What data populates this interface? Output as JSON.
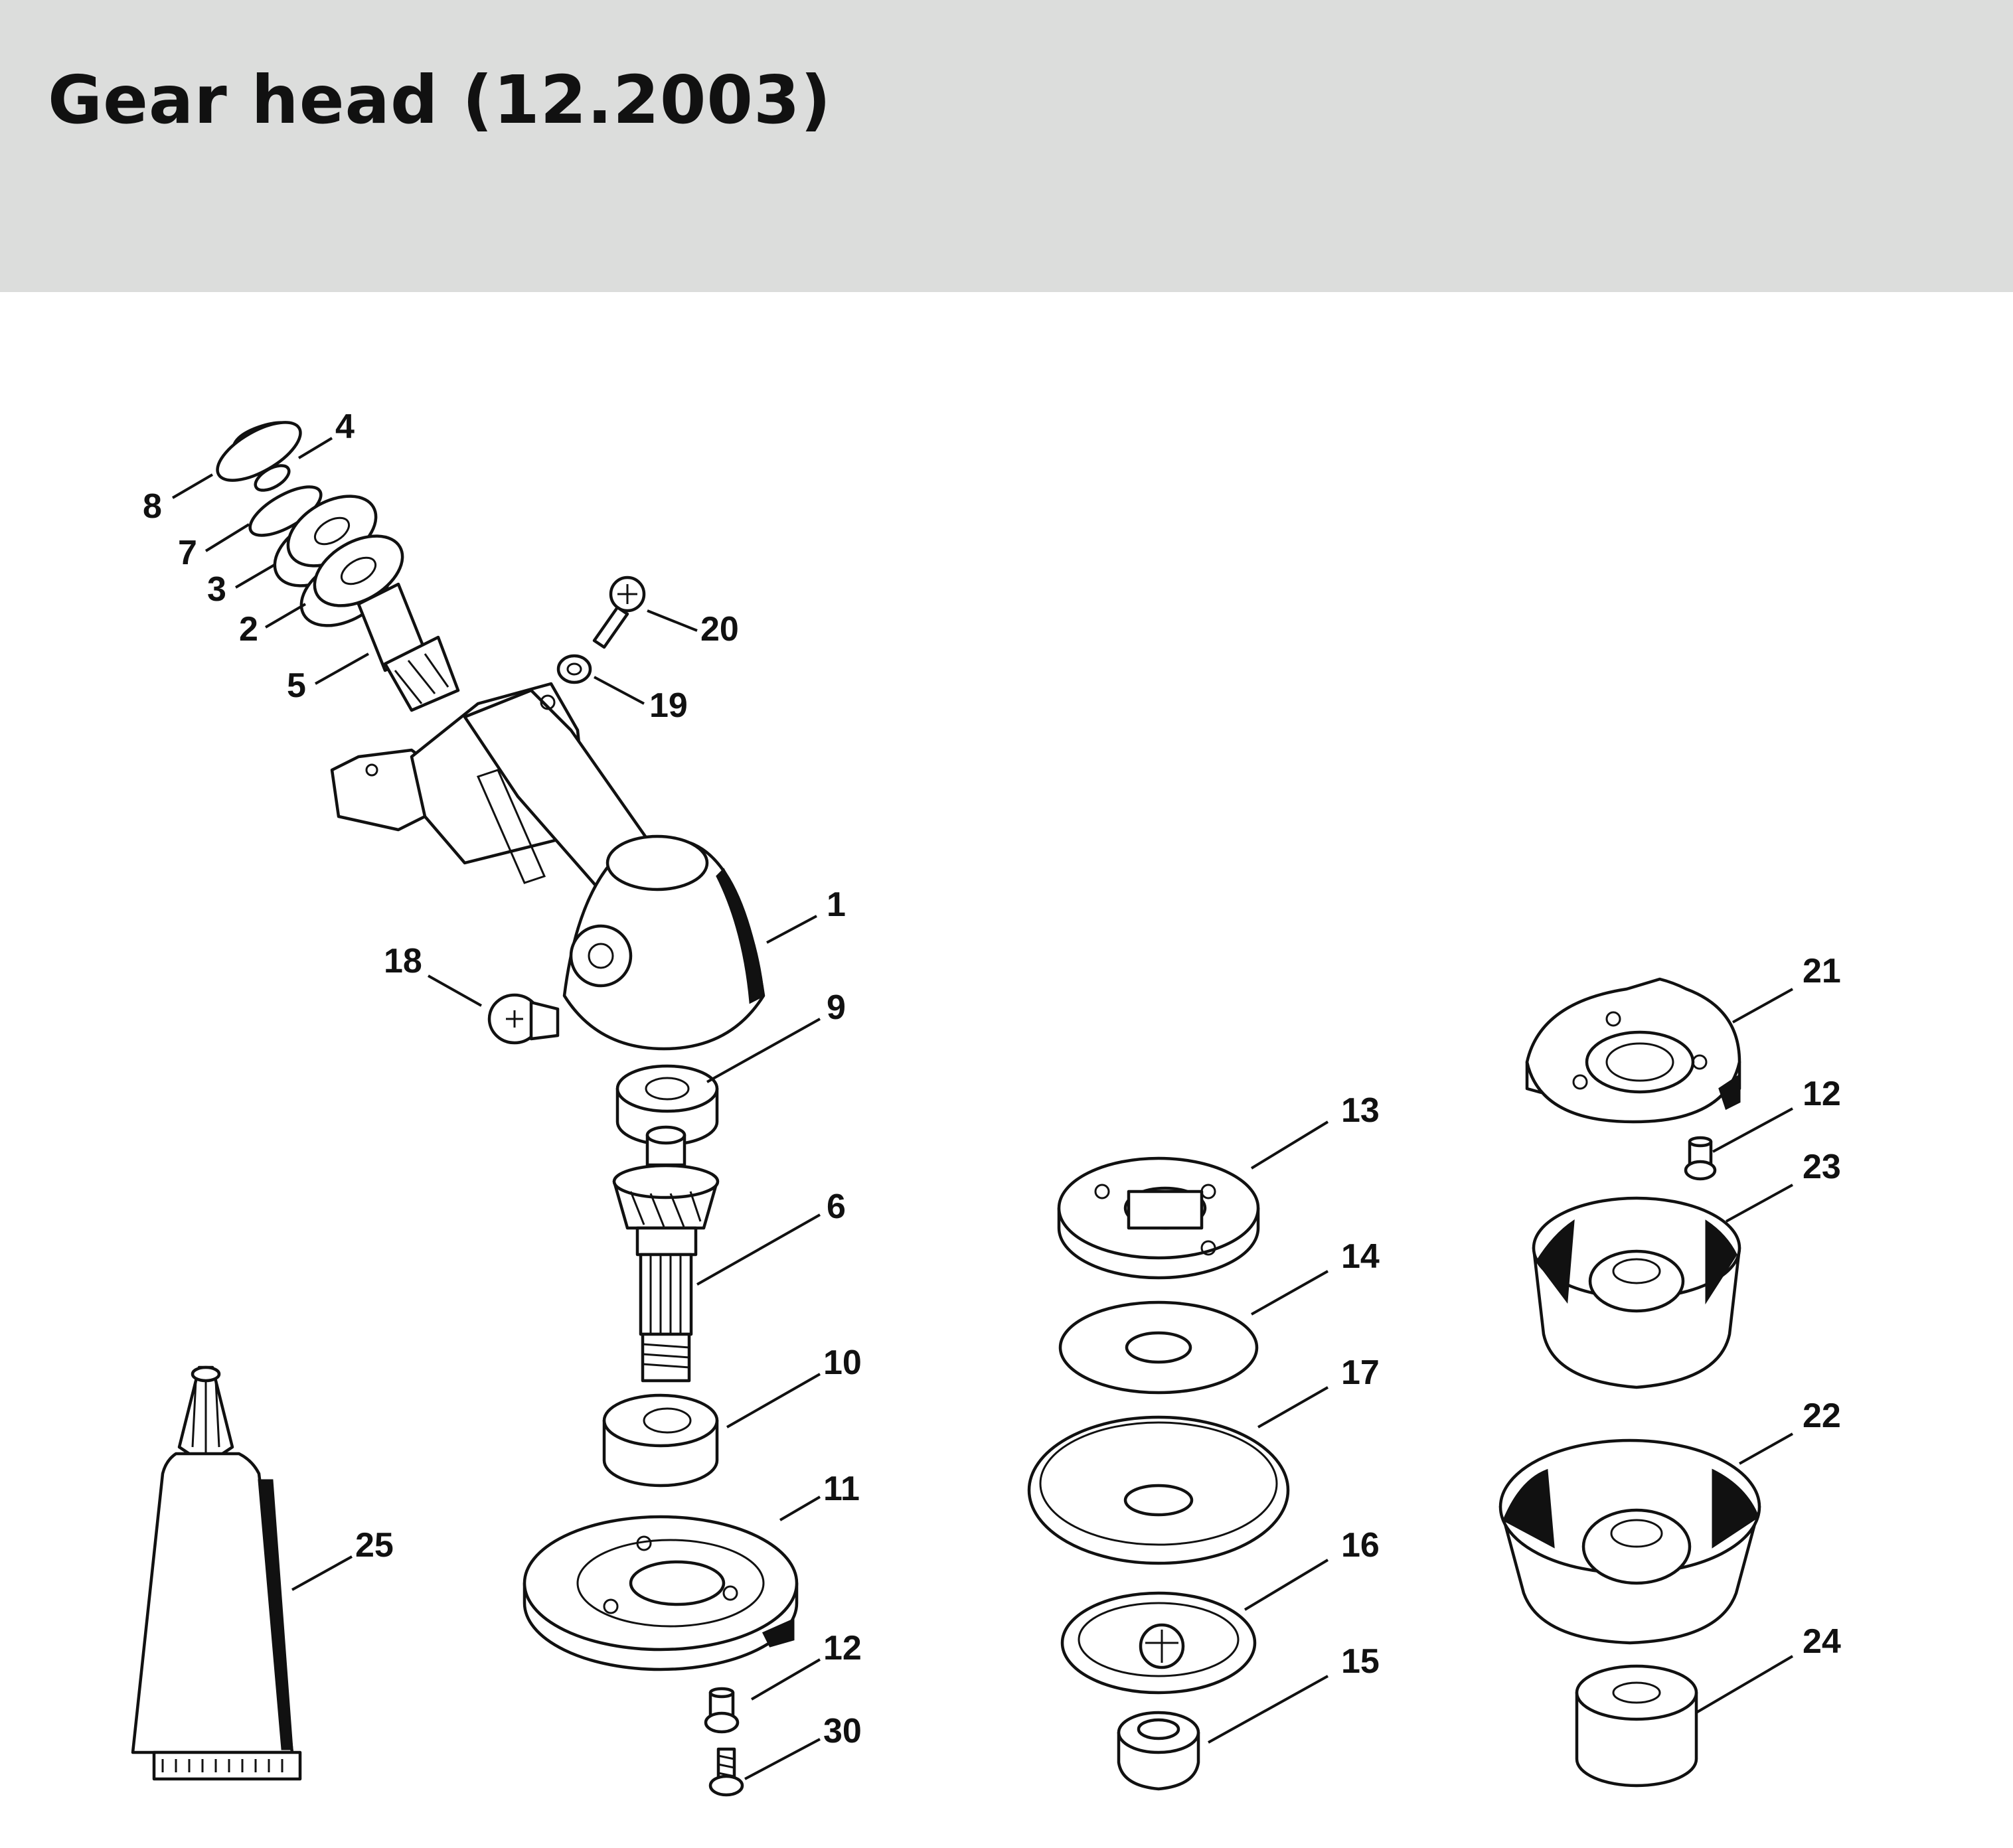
{
  "header": {
    "title": "Gear head (12.2003)",
    "background_color": "#dcdddc"
  },
  "diagram": {
    "callouts": {
      "p1": "1",
      "p2": "2",
      "p3": "3",
      "p4": "4",
      "p5": "5",
      "p6": "6",
      "p7": "7",
      "p8": "8",
      "p9": "9",
      "p10": "10",
      "p11": "11",
      "p12a": "12",
      "p12b": "12",
      "p13": "13",
      "p14": "14",
      "p15": "15",
      "p16": "16",
      "p17": "17",
      "p18": "18",
      "p19": "19",
      "p20": "20",
      "p21": "21",
      "p22": "22",
      "p23": "23",
      "p24": "24",
      "p25": "25",
      "p30": "30"
    }
  }
}
